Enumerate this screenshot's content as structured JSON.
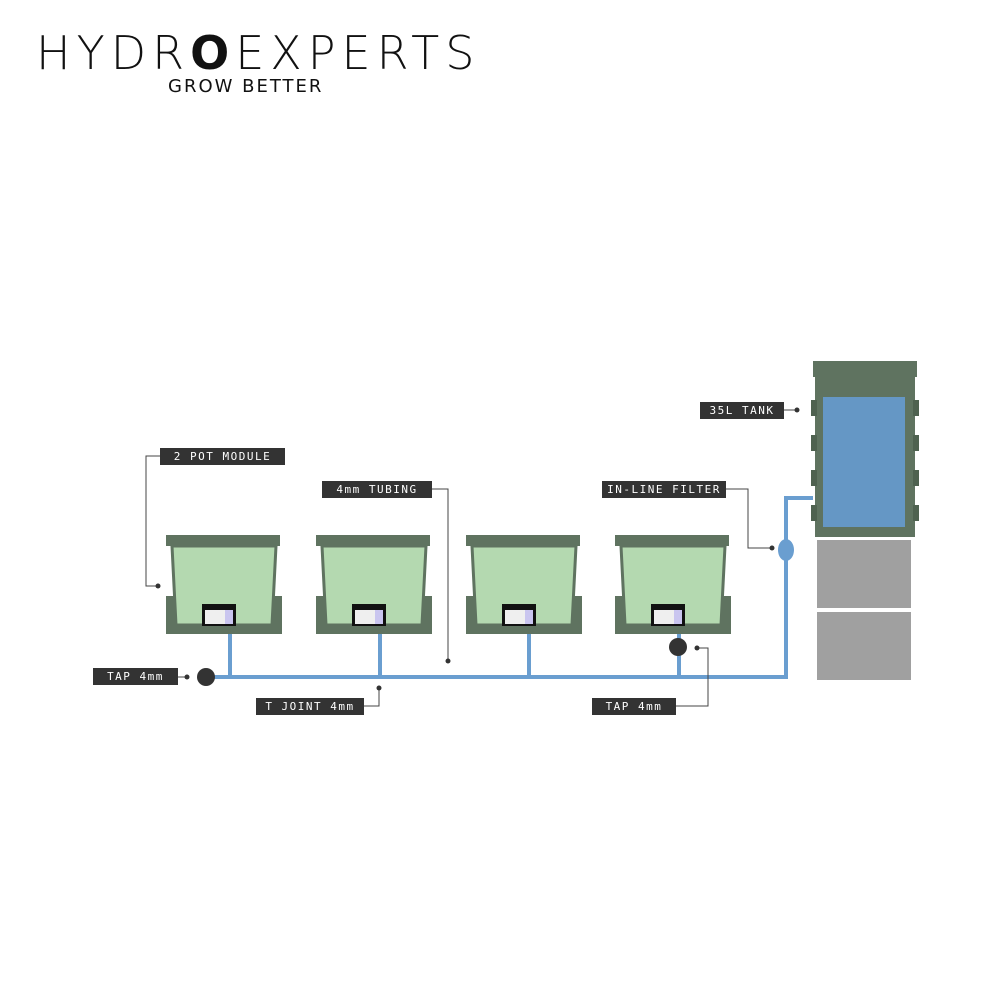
{
  "brand": {
    "name_part1": "HYDR",
    "name_part2": "O",
    "name_part3": "EXPERTS",
    "tagline": "GROW BETTER"
  },
  "labels": {
    "pot_module": "2 POT MODULE",
    "tubing": "4mm TUBING",
    "inline_filter": "IN-LINE FILTER",
    "tank": "35L TANK",
    "tap_left": "TAP 4mm",
    "t_joint": "T JOINT 4mm",
    "tap_right": "TAP 4mm"
  },
  "colors": {
    "pot_body": "#b4d9b0",
    "pot_frame": "#5f7360",
    "tube": "#6a9ed0",
    "tank_water": "#6597c5",
    "stand": "#a0a0a0",
    "label_bg": "#333333"
  }
}
